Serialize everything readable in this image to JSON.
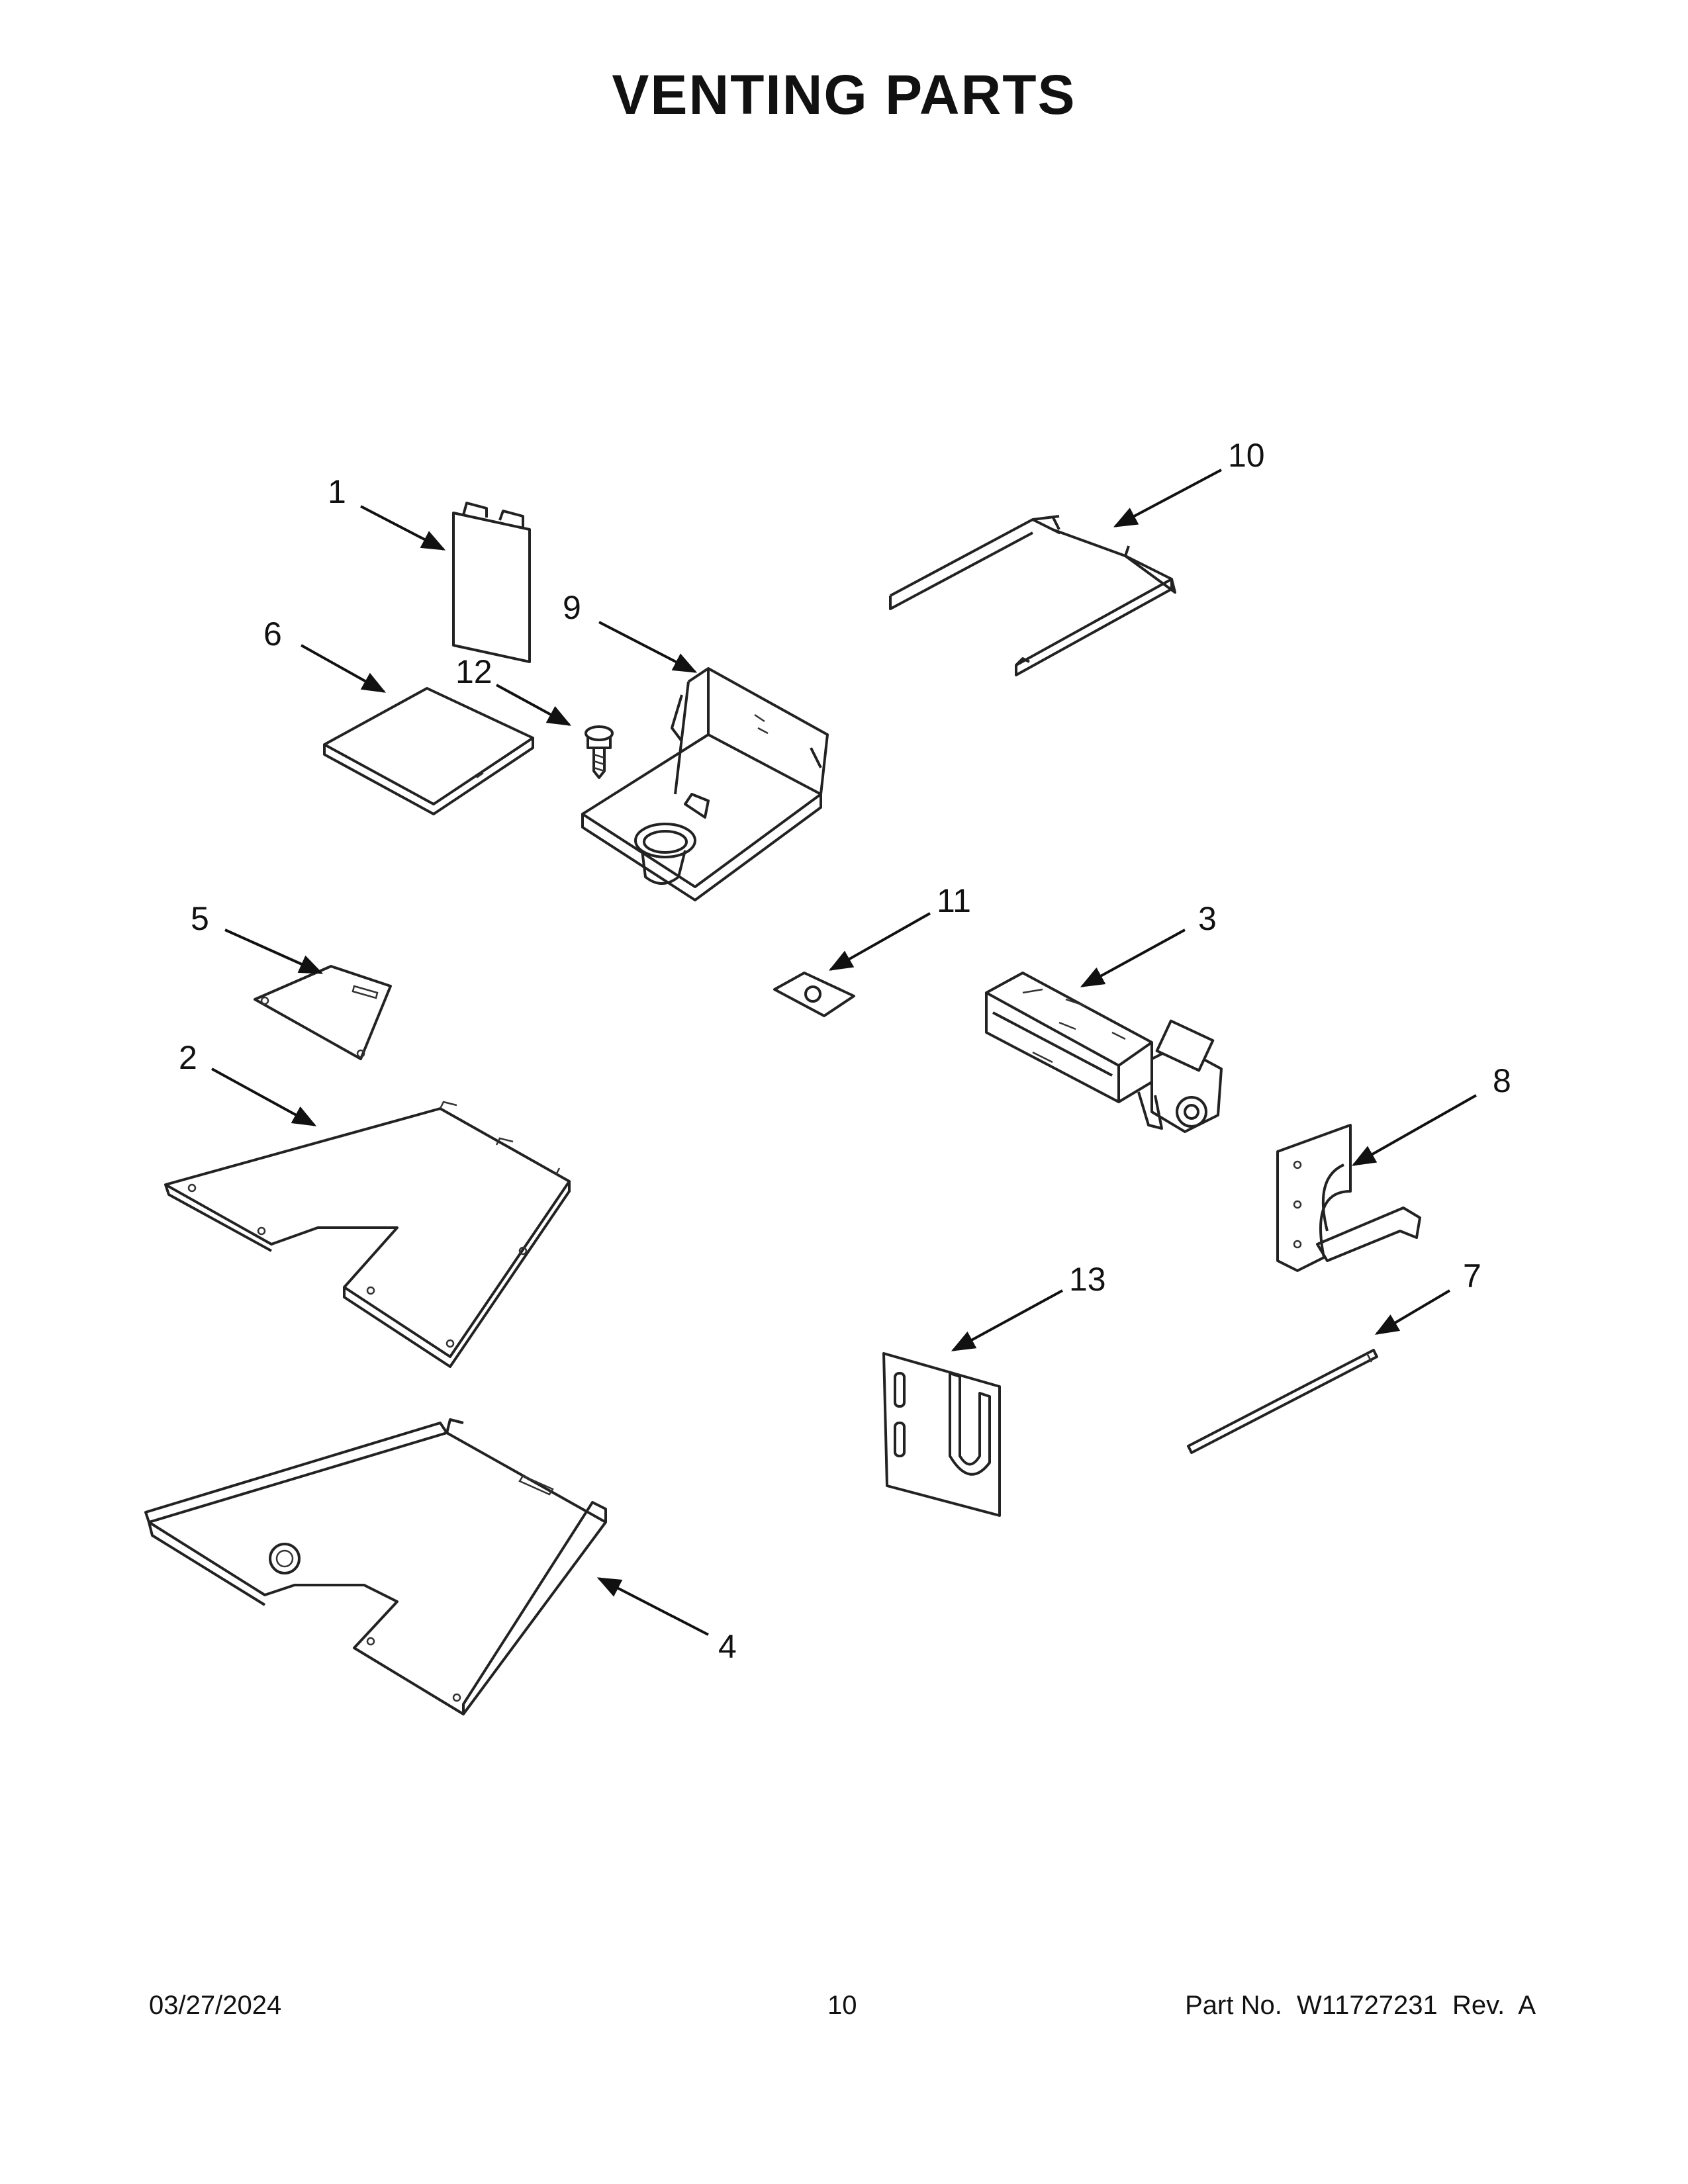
{
  "title": "VENTING PARTS",
  "callouts": [
    "1",
    "2",
    "3",
    "4",
    "5",
    "6",
    "7",
    "8",
    "9",
    "10",
    "11",
    "12",
    "13"
  ],
  "footer": {
    "date": "03/27/2024",
    "page": "10",
    "part_no": "Part No.  W11727231  Rev.  A"
  }
}
